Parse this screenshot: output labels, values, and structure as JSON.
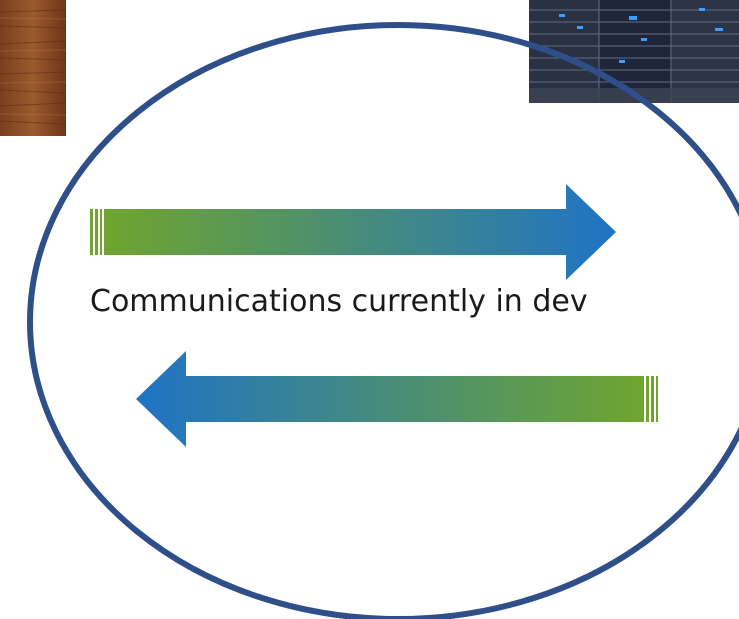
{
  "caption": "Communications currently in dev",
  "colors": {
    "ellipse_stroke": "#2f4f8a",
    "arrow_green": "#6fa52e",
    "arrow_blue": "#1f73c6"
  },
  "images": {
    "left": "wood-texture-photo",
    "right": "server-rack-photo"
  }
}
